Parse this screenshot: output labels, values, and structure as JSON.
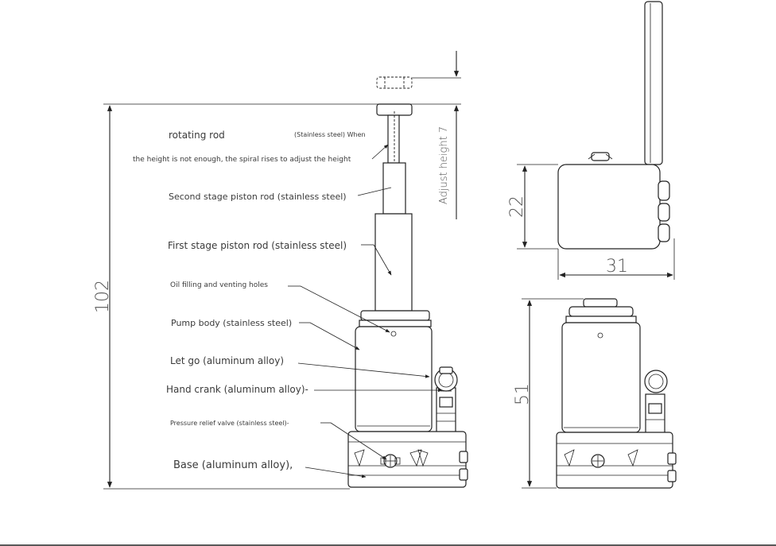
{
  "labels": {
    "rotating_rod": "rotating rod",
    "rotating_note_1": "(Stainless steel) When",
    "rotating_note_2": "the height is not enough, the spiral rises to adjust the height",
    "second_stage": "Second stage piston rod (stainless steel)",
    "first_stage": "First stage piston rod (stainless steel)",
    "oil_filling": "Oil filling and venting holes",
    "pump_body": "Pump body (stainless steel)",
    "let_go": "Let go (aluminum alloy)",
    "hand_crank": "Hand crank (aluminum alloy)-",
    "pressure_relief": "Pressure relief valve (stainless steel)-",
    "base": "Base (aluminum alloy),",
    "adjust_height": "Adjust height 7"
  },
  "dimensions": {
    "total_height": "102",
    "top_view_height": "22",
    "top_view_width": "31",
    "side_view_height": "51"
  }
}
